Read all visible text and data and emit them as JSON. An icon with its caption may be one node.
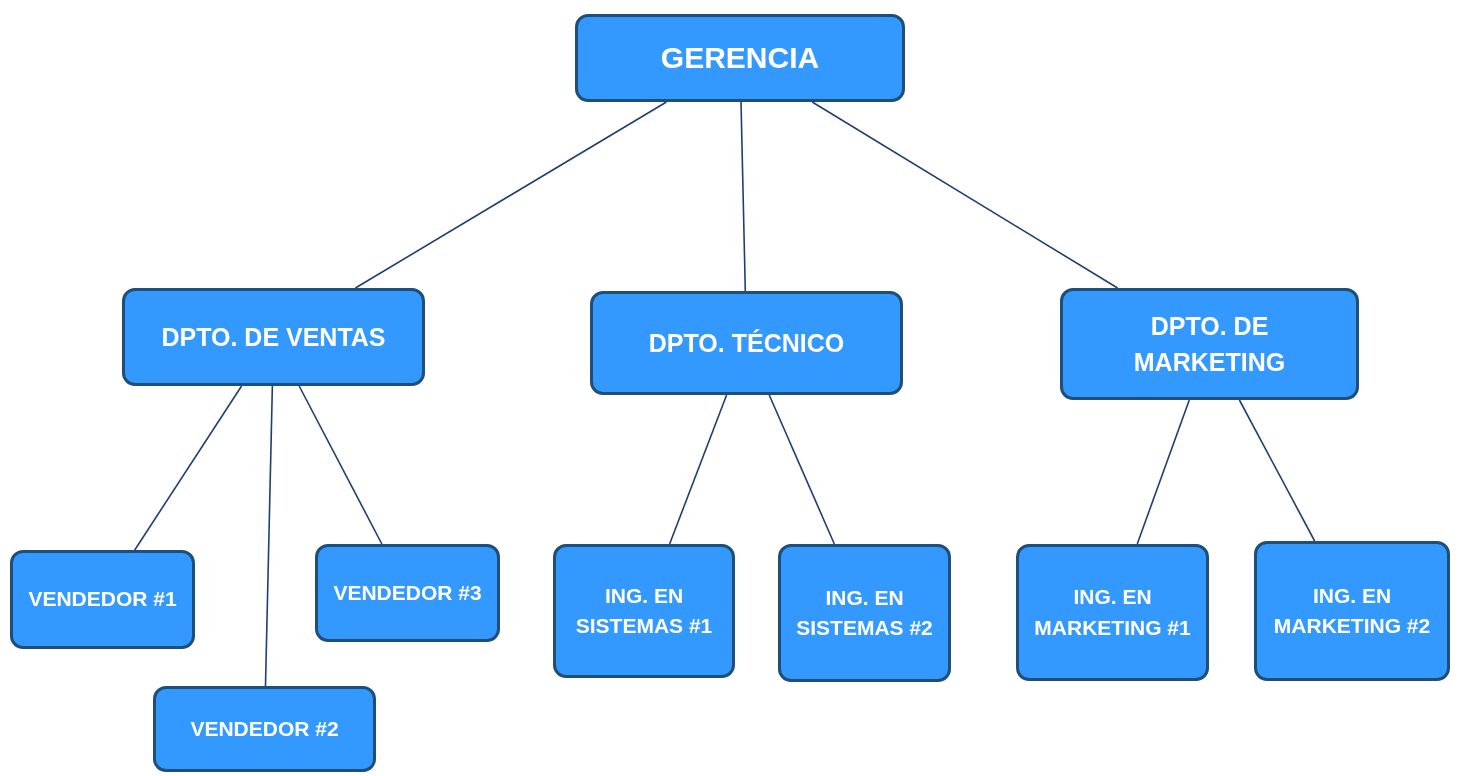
{
  "diagram": {
    "nodes": [
      {
        "text": [
          "GERENCIA"
        ]
      },
      {
        "text": [
          "DPTO. DE VENTAS"
        ]
      },
      {
        "text": [
          "DPTO. TÉCNICO"
        ]
      },
      {
        "text": [
          "DPTO. DE MARKETING"
        ]
      },
      {
        "text": [
          "VENDEDOR #1"
        ]
      },
      {
        "text": [
          "VENDEDOR #2"
        ]
      },
      {
        "text": [
          "VENDEDOR #3"
        ]
      },
      {
        "text": [
          "ING. EN SISTEMAS #1"
        ]
      },
      {
        "text": [
          "ING. EN SISTEMAS #2"
        ]
      },
      {
        "text": [
          "ING. EN MARKETING #1"
        ]
      },
      {
        "text": [
          "ING. EN MARKETING #2"
        ]
      }
    ],
    "edges": [
      {
        "from": 0,
        "to": 1,
        "arrow": "none"
      },
      {
        "from": 0,
        "to": 2,
        "arrow": "none"
      },
      {
        "from": 0,
        "to": 3,
        "arrow": "none"
      },
      {
        "from": 1,
        "to": 4,
        "arrow": "none"
      },
      {
        "from": 1,
        "to": 5,
        "arrow": "none"
      },
      {
        "from": 1,
        "to": 6,
        "arrow": "none"
      },
      {
        "from": 2,
        "to": 7,
        "arrow": "none"
      },
      {
        "from": 2,
        "to": 8,
        "arrow": "none"
      },
      {
        "from": 3,
        "to": 9,
        "arrow": "none"
      },
      {
        "from": 3,
        "to": 10,
        "arrow": "none"
      }
    ]
  }
}
